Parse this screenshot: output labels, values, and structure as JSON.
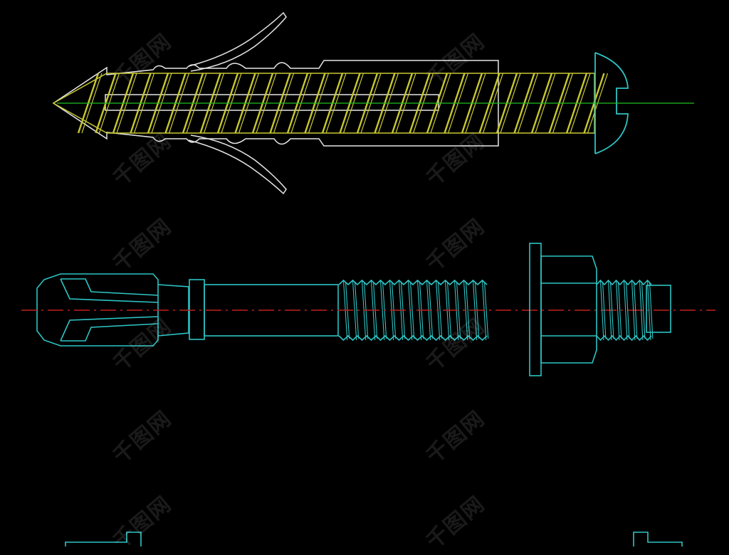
{
  "drawing": {
    "background": "#000000",
    "colors": {
      "outline": "#e6e6e6",
      "screw_thread": "#c8c832",
      "anchor": "#2ec4c4",
      "centerline_green": "#1fc01f",
      "centerline_red": "#c0201e"
    },
    "watermark_text": "千图网"
  },
  "parts": [
    {
      "id": "plastic-expansion-plug-with-screw",
      "type": "expansion-plug"
    },
    {
      "id": "wedge-anchor-bolt",
      "type": "wedge-anchor"
    },
    {
      "id": "hex-nut-with-washer",
      "type": "nut-washer"
    }
  ]
}
